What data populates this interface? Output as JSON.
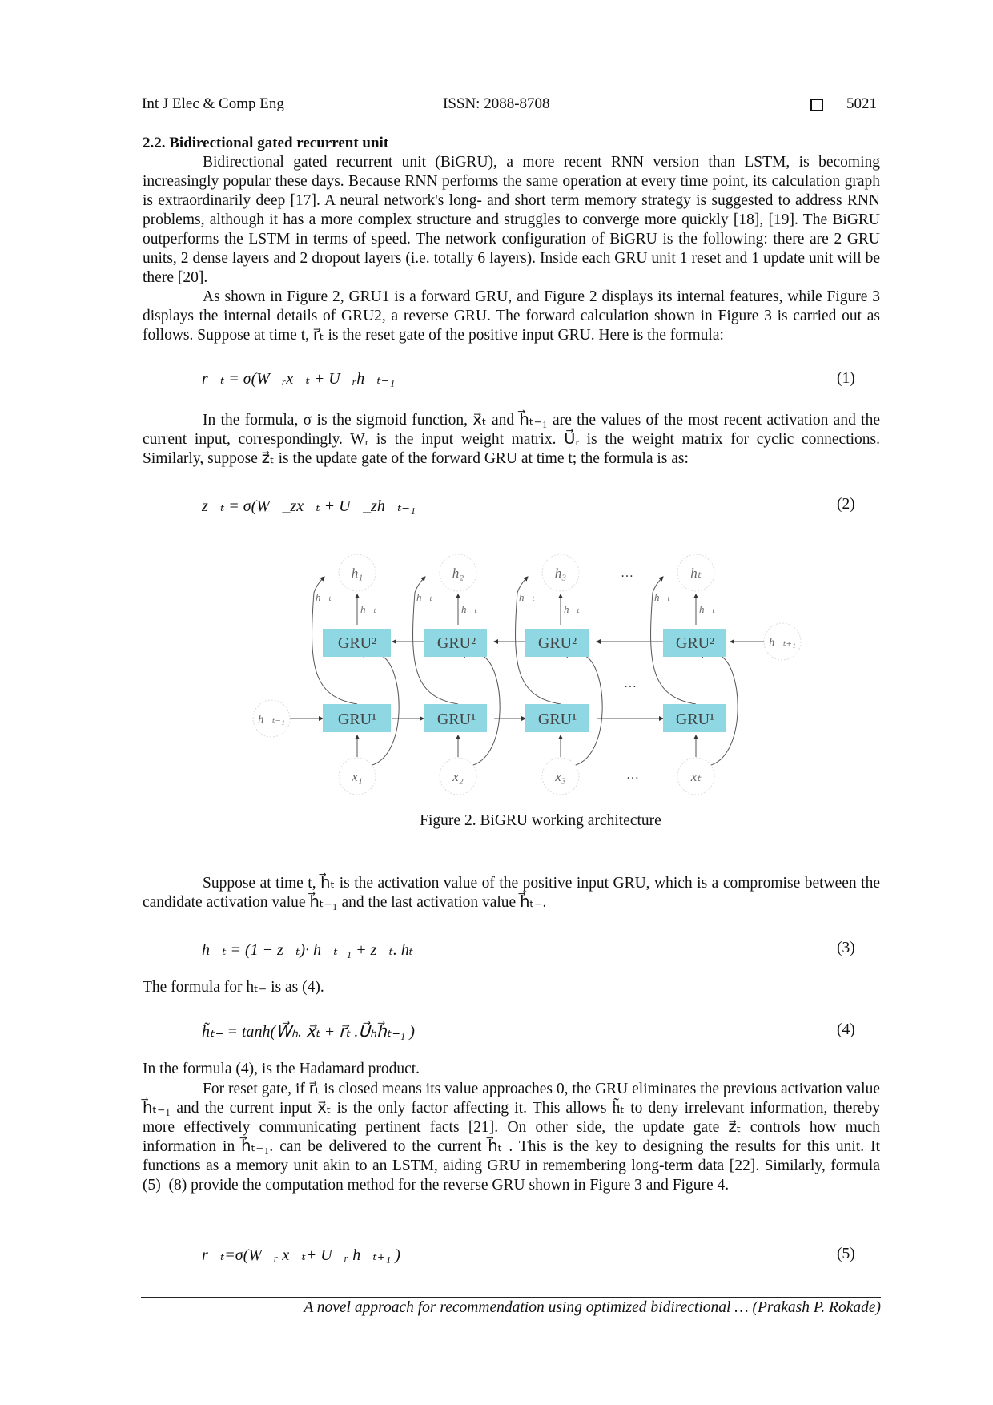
{
  "header": {
    "journal": "Int J Elec & Comp Eng",
    "issn": "ISSN: 2088-8708",
    "page": "5021",
    "page_icon": "square-icon"
  },
  "section": {
    "heading": "2.2.  Bidirectional gated recurrent unit",
    "paragraphs": [
      "Bidirectional gated recurrent unit (BiGRU), a more recent RNN version than LSTM, is becoming increasingly popular these days. Because RNN performs the same operation at every time point, its calculation graph is extraordinarily deep [17]. A neural network's long- and short term memory strategy is suggested to address RNN problems, although it has a more complex structure and struggles to converge more quickly [18], [19]. The BiGRU outperforms the LSTM in terms of speed. The network configuration of BiGRU is the following: there are 2 GRU units, 2 dense layers and 2 dropout layers (i.e. totally 6 layers). Inside each GRU unit 1 reset and 1 update unit will be there [20].",
      "As shown in Figure 2, GRU1 is a forward GRU, and Figure 2 displays its internal features, while Figure 3 displays the internal details of GRU2, a reverse GRU. The forward calculation shown in Figure 3 is carried out as follows. Suppose at time t, r⃗ₜ is the reset gate of the positive input GRU. Here is the formula:",
      "In the formula, σ is the sigmoid function, x⃗ₜ and h⃗ₜ₋₁ are the values of the most recent activation and the current input, correspondingly. Wᵣ is the input weight matrix. U⃗ᵣ is the weight matrix for cyclic connections. Similarly, suppose z⃗ₜ is the update gate of the forward GRU at time t; the formula is as:",
      "Suppose at time t, h⃗ₜ is the activation value of the positive input GRU, which is a compromise between the candidate activation value h⃗ₜ₋₁ and the last activation value h⃗ₜ₋.",
      "The formula for hₜ₋ is as (4).",
      "In the formula (4), is the Hadamard product.",
      "For reset gate, if r⃗ₜ is closed means its value approaches 0, the GRU eliminates the previous activation value h⃗ₜ₋₁ and the current input x⃗ₜ is the only factor affecting it. This allows h̃ₜ to deny irrelevant information, thereby more effectively communicating pertinent facts [21]. On other side, the update gate z⃗ₜ controls how much information in h⃗ₜ₋₁. can be delivered to the current h⃗ₜ . This is the key to designing the results for this unit. It functions as a memory unit akin to an LSTM, aiding GRU in remembering long-term data [22]. Similarly, formula (5)–(8) provide the computation method for the reverse GRU shown in Figure 3 and Figure 4."
    ],
    "equations": [
      {
        "expr": "r⃗ₜ = σ(W⃗ᵣx⃗ₜ + U⃗ᵣh⃗ₜ₋₁",
        "num": "(1)"
      },
      {
        "expr": "z⃗ₜ = σ(W⃗_zx⃗ₜ + U⃗_zh⃗ₜ₋₁",
        "num": "(2)"
      },
      {
        "expr": "h⃗ₜ  = (1 − z⃗ₜ)· h⃗ₜ₋₁  + z⃗ₜ. hₜ₋",
        "num": "(3)"
      },
      {
        "expr": "h̃ₜ₋  = tanh(W⃗ₕ. x⃗ₜ  +  r⃗ₜ .U⃗ₕh⃗ₜ₋₁ )",
        "num": "(4)"
      },
      {
        "expr": "r⃖ₜ=σ(W⃖ᵣ x⃖ₜ+ U⃖ᵣ h⃖ₜ₊₁ )",
        "num": "(5)"
      }
    ]
  },
  "figure": {
    "caption": "Figure 2. BiGRU working architecture",
    "outputs": [
      "h₁",
      "h₂",
      "h₃",
      "hₜ"
    ],
    "inputs": [
      "x₁",
      "x₂",
      "x₃",
      "xₜ"
    ],
    "gru_top": "GRU²",
    "gru_bottom": "GRU¹",
    "ellipsis": "…",
    "h_forward": "h⃗ₜ",
    "h_backward": "h⃖ₜ",
    "h_prev": "h⃗ₜ₋₁",
    "h_next": "h⃖ₜ₊₁",
    "box_color": "#8fd8e3"
  },
  "footer": {
    "text": "A novel approach for recommendation using optimized bidirectional … (Prakash P. Rokade)"
  }
}
